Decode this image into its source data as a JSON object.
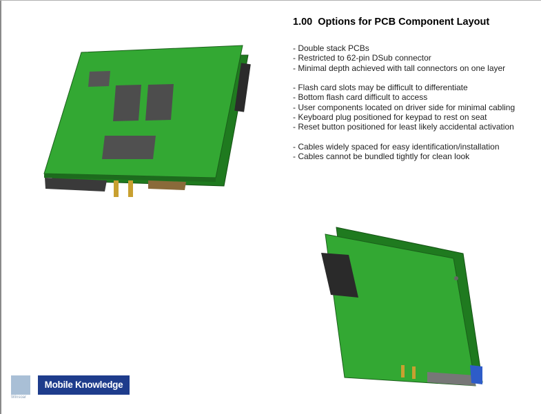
{
  "slide": {
    "title": "1.00  Options for PCB Component Layout",
    "bullet_groups": [
      [
        "- Double stack PCBs",
        "- Restricted to 62-pin DSub connector",
        "- Minimal depth achieved with tall connectors on one layer"
      ],
      [
        "- Flash card slots may be difficult to differentiate",
        "- Bottom flash card difficult to access",
        "- User components located on driver side for minimal cabling",
        "- Keyboard plug positioned for keypad to rest on seat",
        "- Reset button positioned for least likely accidental activation"
      ],
      [
        "- Cables widely spaced for easy identification/installation",
        "- Cables cannot be bundled tightly for clean look"
      ]
    ]
  },
  "footer": {
    "logo_left_text": "Winsoar",
    "logo_right_text": "Mobile Knowledge"
  },
  "colors": {
    "pcb_green": "#2f9e2f",
    "logo_blue": "#1e3c8c"
  }
}
